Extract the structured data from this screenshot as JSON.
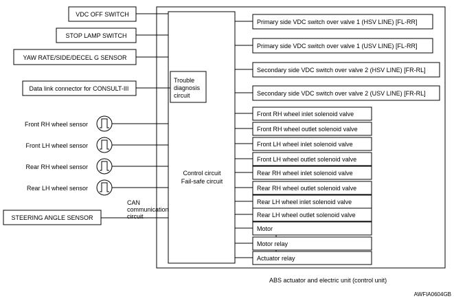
{
  "inputs": {
    "vdc_off_switch": "VDC OFF SWITCH",
    "stop_lamp_switch": "STOP LAMP SWITCH",
    "yaw_rate_sensor": "YAW RATE/SIDE/DECEL G SENSOR",
    "data_link_connector": "Data link connector for CONSULT-III",
    "steering_angle_sensor": "STEERING ANGLE SENSOR"
  },
  "wheel_sensors": [
    "Front RH wheel sensor",
    "Front LH wheel sensor",
    "Rear RH wheel sensor",
    "Rear LH wheel sensor"
  ],
  "unit": {
    "trouble_diagnosis": [
      "Trouble",
      "diagnosis",
      "circuit"
    ],
    "control_circuit": [
      "Control circuit",
      "Fail-safe circuit"
    ],
    "can_circuit": [
      "CAN",
      "communication",
      "circuit"
    ],
    "caption": "ABS actuator and electric unit (control unit)"
  },
  "outputs": [
    "Primary side VDC switch over valve 1 (HSV LINE) [FL-RR]",
    "Primary side VDC switch over valve 1 (USV LINE) [FL-RR]",
    "Secondary side VDC switch over valve 2 (HSV LINE) [FR-RL]",
    "Secondary side VDC switch over valve 2 (USV LINE) [FR-RL]",
    "Front RH wheel inlet solenoid valve",
    "Front RH wheel outlet solenoid valve",
    "Front LH wheel inlet solenoid valve",
    "Front LH wheel outlet solenoid valve",
    "Rear RH wheel inlet solenoid valve",
    "Rear RH wheel outlet solenoid valve",
    "Rear LH wheel inlet solenoid valve",
    "Rear LH wheel outlet solenoid valve",
    "Motor",
    "Motor relay",
    "Actuator relay"
  ],
  "figure_code": "AWFIA0604GB"
}
